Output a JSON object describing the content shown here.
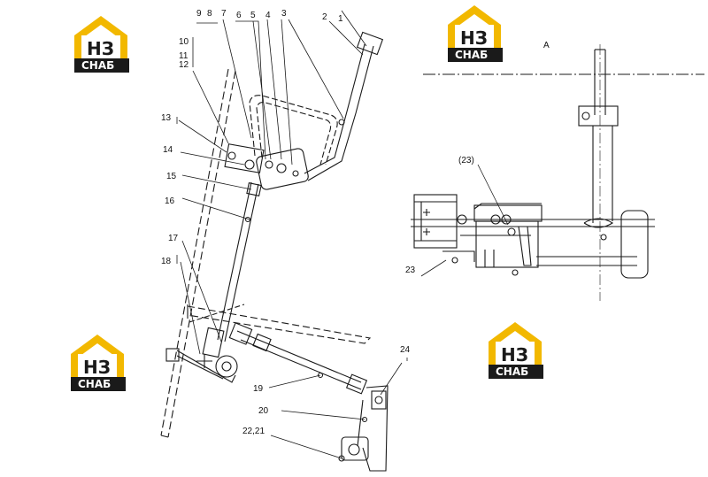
{
  "diagram": {
    "view_label": "A",
    "callouts": [
      "9",
      "8",
      "7",
      "6",
      "5",
      "4",
      "3",
      "2",
      "1",
      "10",
      "11",
      "12",
      "13",
      "14",
      "15",
      "16",
      "17",
      "18",
      "19",
      "20",
      "22,21",
      "24",
      "(23)",
      "23"
    ]
  },
  "watermark": {
    "mark": "НЗ",
    "caption": "СНАБ",
    "colors": {
      "yellow": "#f2b800",
      "dark": "#1a1a1a",
      "white": "#ffffff"
    }
  }
}
